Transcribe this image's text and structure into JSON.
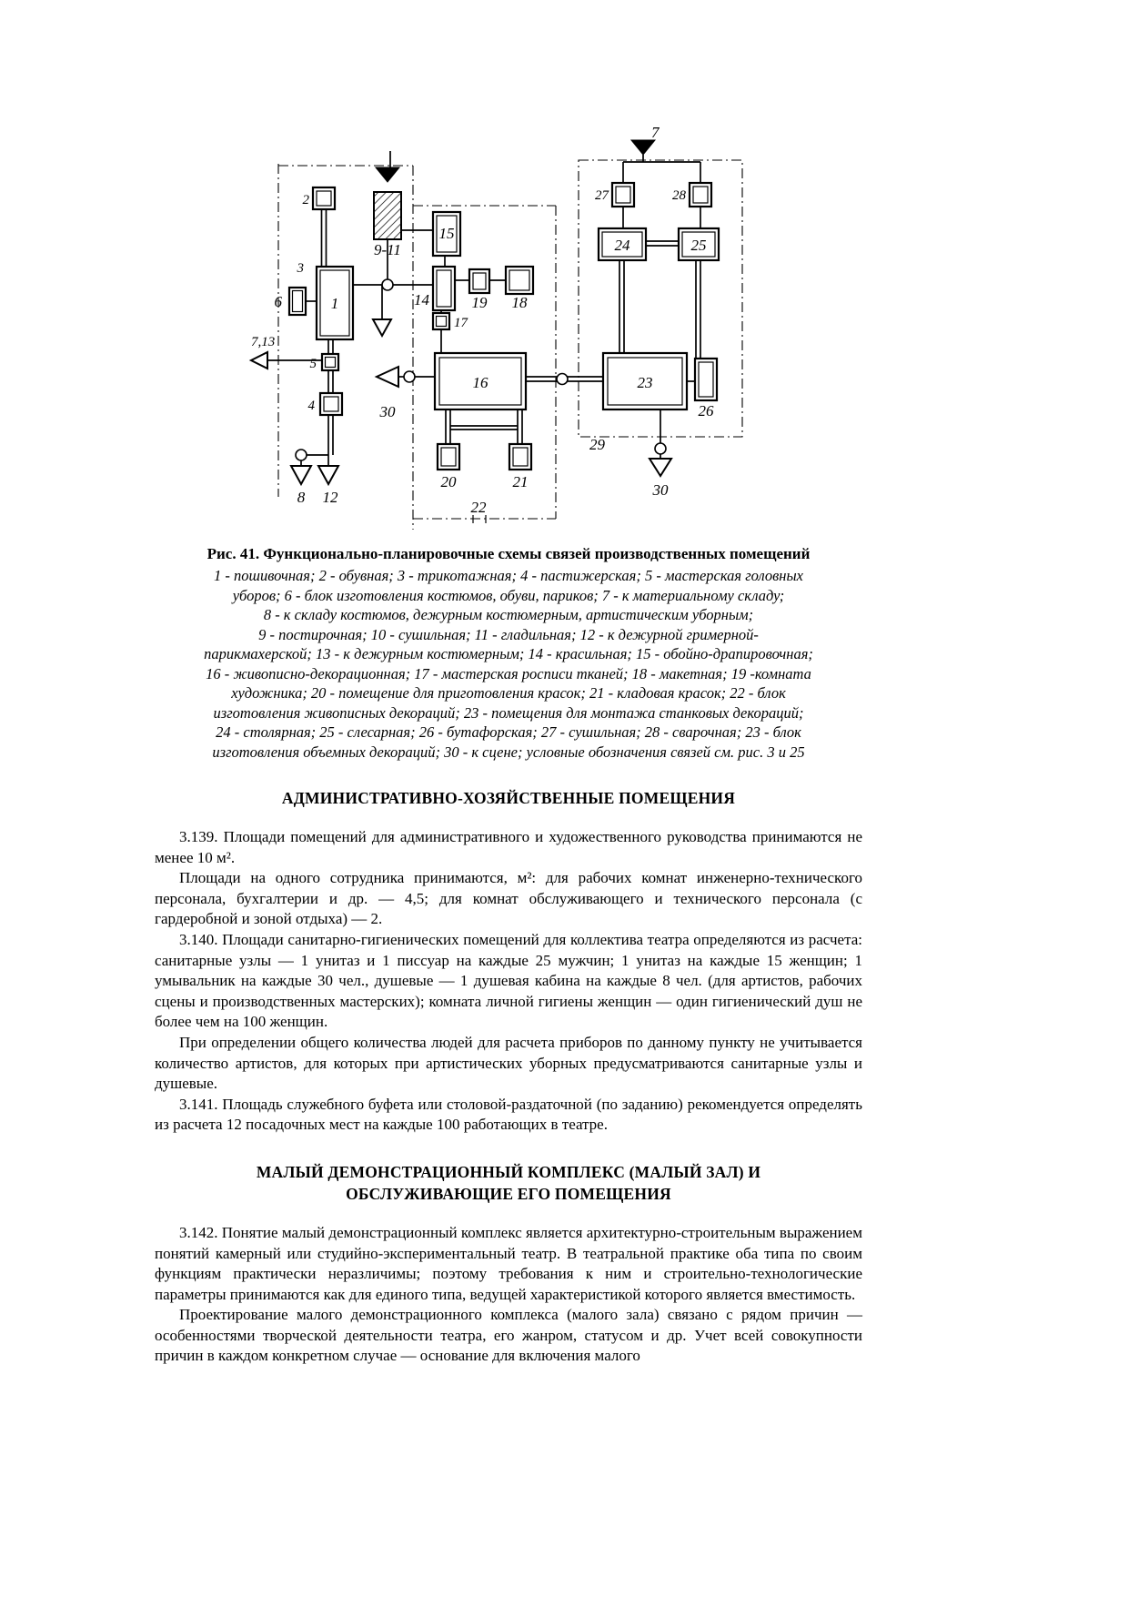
{
  "figure": {
    "caption": "Рис. 41. Функционально-планировочные схемы связей производственных помещений",
    "legend_lines": [
      "1 - пошивочная; 2 - обувная; 3 - трикотажная; 4 - пастижерская; 5 - мастерская головных",
      "уборов; 6 - блок изготовления костюмов, обуви, париков; 7 - к материальному складу;",
      "8 - к складу костюмов, дежурным костюмерным, артистическим уборным;",
      "9 - постирочная; 10 - сушильная; 11 - гладильная; 12 - к дежурной гримерной-",
      "парикмахерской; 13 - к дежурным костюмерным; 14 - красильная; 15 - обойно-драпировочная;",
      "16 - живописно-декорационная; 17 - мастерская росписи тканей; 18 - макетная; 19 -комната",
      "художника; 20 - помещение для приготовления красок; 21 - кладовая красок; 22 - блок",
      "изготовления живописных декораций; 23 - помещения для монтажа станковых декораций;",
      "24 - столярная; 25 - слесарная; 26 - бутафорская; 27 - сушильная; 28 - сварочная; 23 - блок",
      "изготовления объемных декораций; 30 - к сцене; условные обозначения связей см. рис. 3 и 25"
    ],
    "labels": {
      "b1": "1",
      "b2": "2",
      "b3": "3",
      "b4": "4",
      "b5": "5",
      "b6": "6",
      "b7": "7",
      "b7_13": "7,13",
      "b8": "8",
      "b9_11": "9-11",
      "b12": "12",
      "b14": "14",
      "b15": "15",
      "b16": "16",
      "b17": "17",
      "b18": "18",
      "b19": "19",
      "b20": "20",
      "b21": "21",
      "b22": "22",
      "b23": "23",
      "b24": "24",
      "b25": "25",
      "b26": "26",
      "b27": "27",
      "b28": "28",
      "b29": "29",
      "b30_left": "30",
      "b30_right": "30"
    }
  },
  "sections": [
    {
      "heading": "АДМИНИСТРАТИВНО-ХОЗЯЙСТВЕННЫЕ ПОМЕЩЕНИЯ",
      "paragraphs": [
        "3.139. Площади помещений для административного и художественного руководства принимаются не менее 10 м².",
        "Площади на одного сотрудника принимаются, м²: для рабочих комнат инженерно-технического персонала, бухгалтерии и др. — 4,5; для комнат обслуживающего и технического персонала (с гардеробной и зоной отдыха) — 2.",
        "3.140. Площади санитарно-гигиенических помещений для коллектива театра определяются из расчета: санитарные узлы — 1 унитаз и 1 писсуар на каждые 25 мужчин; 1 унитаз на каждые 15 женщин; 1 умывальник на каждые 30 чел., душевые — 1 душевая кабина на каждые 8 чел. (для артистов, рабочих сцены и производственных мастерских); комната личной гигиены женщин — один гигиенический душ не более чем на 100 женщин.",
        "При определении общего количества людей для расчета приборов по данному пункту не учитывается количество артистов, для которых при артистических уборных предусматриваются санитарные узлы и душевые.",
        "3.141. Площадь служебного буфета или столовой-раздаточной (по заданию) рекомендуется определять из расчета 12 посадочных мест на каждые 100 работающих в театре."
      ]
    },
    {
      "heading": "МАЛЫЙ ДЕМОНСТРАЦИОННЫЙ КОМПЛЕКС (МАЛЫЙ ЗАЛ) И ОБСЛУЖИВАЮЩИЕ ЕГО ПОМЕЩЕНИЯ",
      "paragraphs": [
        "3.142. Понятие малый демонстрационный комплекс является архитектурно-строительным выражением понятий камерный или студийно-экспериментальный театр. В театральной практике оба типа по своим функциям практически неразличимы; поэтому требования к ним и строительно-технологические параметры принимаются как для единого типа, ведущей характеристикой которого является вместимость.",
        "Проектирование малого демонстрационного комплекса (малого зала) связано с рядом причин — особенностями творческой деятельности театра, его жанром, статусом и др. Учет всей совокупности причин в каждом конкретном случае — основание для включения малого"
      ]
    }
  ]
}
